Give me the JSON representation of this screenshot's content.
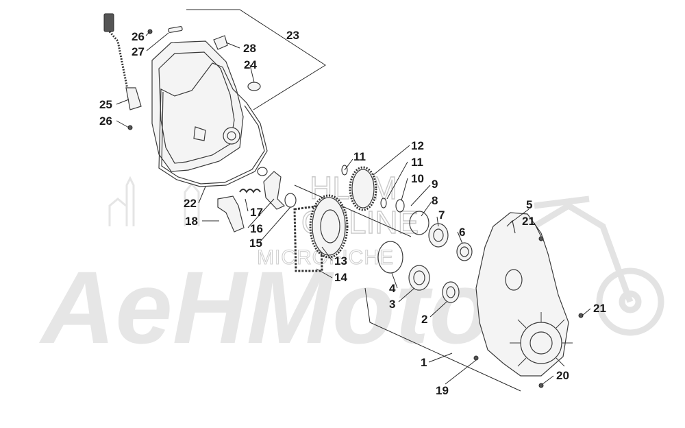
{
  "watermark": {
    "brand": "AeHMoto",
    "hlsm_line1": "HLSM",
    "hlsm_line2": "ONLINE",
    "hlsm_line3": "MICROFICHE"
  },
  "callouts": [
    {
      "id": "1",
      "label": "1"
    },
    {
      "id": "2",
      "label": "2"
    },
    {
      "id": "3",
      "label": "3"
    },
    {
      "id": "4",
      "label": "4"
    },
    {
      "id": "5",
      "label": "5"
    },
    {
      "id": "6",
      "label": "6"
    },
    {
      "id": "7",
      "label": "7"
    },
    {
      "id": "8",
      "label": "8"
    },
    {
      "id": "9",
      "label": "9"
    },
    {
      "id": "10",
      "label": "10"
    },
    {
      "id": "11a",
      "label": "11"
    },
    {
      "id": "11b",
      "label": "11"
    },
    {
      "id": "12",
      "label": "12"
    },
    {
      "id": "13",
      "label": "13"
    },
    {
      "id": "14",
      "label": "14"
    },
    {
      "id": "15",
      "label": "15"
    },
    {
      "id": "16",
      "label": "16"
    },
    {
      "id": "17",
      "label": "17"
    },
    {
      "id": "18",
      "label": "18"
    },
    {
      "id": "19",
      "label": "19"
    },
    {
      "id": "20",
      "label": "20"
    },
    {
      "id": "21a",
      "label": "21"
    },
    {
      "id": "21b",
      "label": "21"
    },
    {
      "id": "22",
      "label": "22"
    },
    {
      "id": "23",
      "label": "23"
    },
    {
      "id": "24",
      "label": "24"
    },
    {
      "id": "25",
      "label": "25"
    },
    {
      "id": "26a",
      "label": "26"
    },
    {
      "id": "26b",
      "label": "26"
    },
    {
      "id": "27",
      "label": "27"
    },
    {
      "id": "28",
      "label": "28"
    }
  ]
}
